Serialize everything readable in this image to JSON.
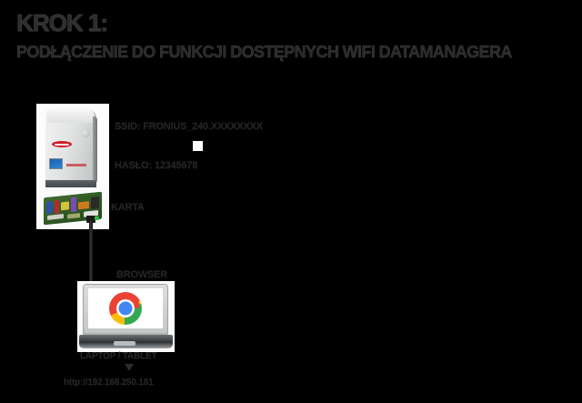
{
  "slide": {
    "background_color": "#000000",
    "text_color": "#262626",
    "accent_color": "#cf1f2a"
  },
  "title": {
    "step_label": "KROK 1:",
    "subtitle": "PODŁĄCZENIE DO FUNKCJI DOSTĘPNYCH WIFI DATAMANAGERA"
  },
  "diagram": {
    "inverter": {
      "name": "fronius-inverter",
      "brand": "Fronius",
      "display": "LCD"
    },
    "datamanager_card": {
      "name": "datamanager-card"
    },
    "laptop": {
      "name": "laptop",
      "screen_content": "chrome-browser"
    },
    "cable": {
      "name": "ethernet-cable",
      "link_led_color": "#2fbf3c"
    }
  },
  "annotations": {
    "ssid": "SSID: FRONIUS_240.XXXXXXXX",
    "password": "HASŁO: 12345678",
    "card_label": "KARTA",
    "browser_label": "BROWSER",
    "laptop_label": "LAPTOP / TABLET",
    "footer": "http://192.168.250.181"
  }
}
